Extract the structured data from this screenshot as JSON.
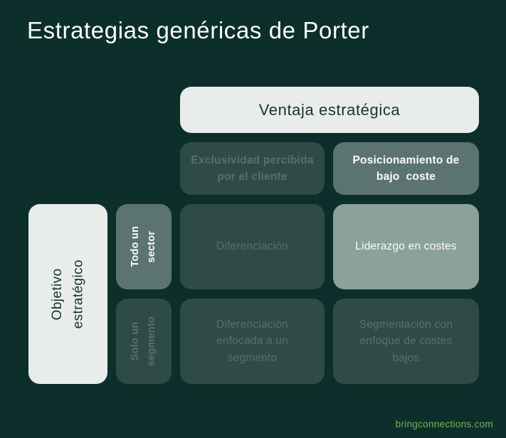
{
  "page": {
    "title": "Estrategias genéricas de Porter",
    "footer": "bringconnections.com"
  },
  "matrix": {
    "top_axis_label": "Ventaja estratégica",
    "left_axis_label": "Objetivo\nestratégico",
    "col_headers": [
      {
        "label": "Exclusividad percibida\npor el cliente",
        "emphasized": false
      },
      {
        "label": "Posicionamiento de\nbajo  coste",
        "emphasized": true
      }
    ],
    "row_headers": [
      {
        "label": "Todo un\nsector",
        "emphasized": true
      },
      {
        "label": "Solo un\nsegmento",
        "emphasized": false
      }
    ],
    "cells": [
      {
        "row": "Todo un sector",
        "col": "Exclusividad percibida por el cliente",
        "label": "Diferenciación",
        "highlighted": false
      },
      {
        "row": "Todo un sector",
        "col": "Posicionamiento de bajo coste",
        "label": "Liderazgo en costes",
        "highlighted": true
      },
      {
        "row": "Solo un segmento",
        "col": "Exclusividad percibida por el cliente",
        "label": "Diferenciación\nenfocada a un\nsegmento",
        "highlighted": false
      },
      {
        "row": "Solo un segmento",
        "col": "Posicionamiento de bajo coste",
        "label": "Segmentación con\nenfoque de costes\nbajos",
        "highlighted": false
      }
    ]
  },
  "colors": {
    "background": "#0d2f2b",
    "panel_light": "#e8edeb",
    "panel_dark": "#2f4b45",
    "panel_medium": "#5c7471",
    "panel_highlight": "#8ba19b",
    "muted_text": "#56716b",
    "ink_text": "#17342e",
    "white_text": "#fafcfb",
    "footer_green": "#7cb055"
  }
}
